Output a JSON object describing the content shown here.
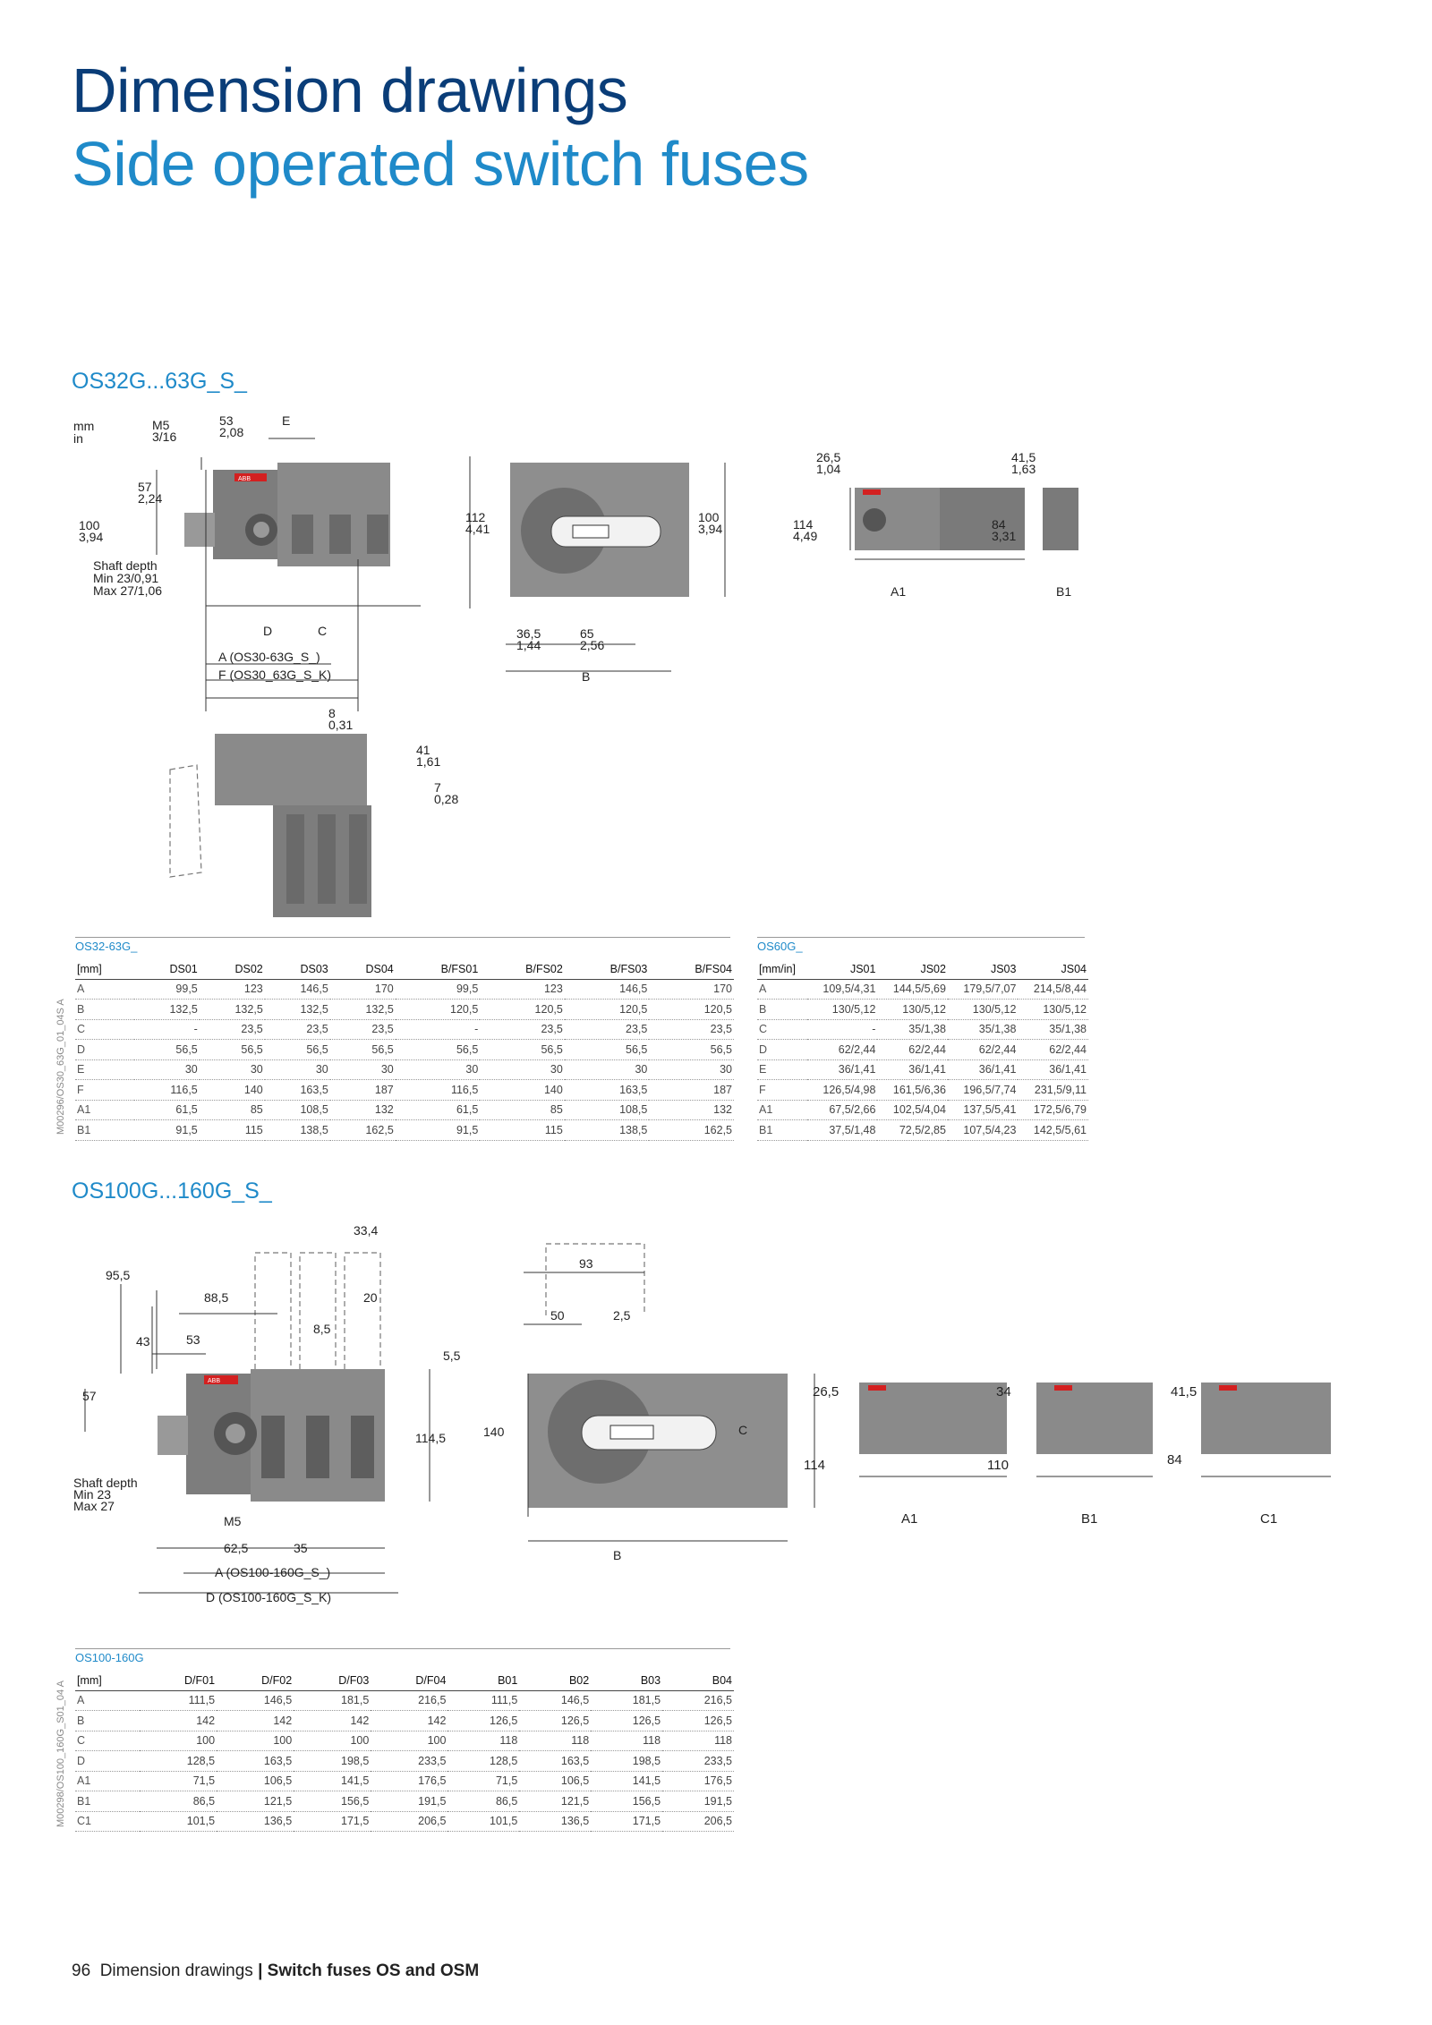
{
  "title_line1": "Dimension drawings",
  "title_line2": "Side operated switch fuses",
  "section1": {
    "heading": "OS32G...63G_S_",
    "units": [
      "mm",
      "in"
    ],
    "labels_front": [
      "M5",
      "3/16",
      "53",
      "2,08",
      "E",
      "57",
      "2,24",
      "100",
      "3,94",
      "Shaft depth",
      "Min  23/0,91",
      "Max 27/1,06",
      "D",
      "C",
      "A (OS30-63G_S_)",
      "F (OS30_63G_S_K)"
    ],
    "labels_side": [
      "112",
      "4,41",
      "100",
      "3,94",
      "36,5",
      "1,44",
      "65",
      "2,56",
      "B"
    ],
    "labels_small_a": [
      "26,5",
      "1,04",
      "114",
      "4,49",
      "A1"
    ],
    "labels_small_b": [
      "41,5",
      "1,63",
      "84",
      "3,31",
      "B1"
    ],
    "labels_top": [
      "8",
      "0,31",
      "41",
      "1,61",
      "7",
      "0,28"
    ],
    "brand": "ABB",
    "table1": {
      "caption": "OS32-63G_",
      "headers": [
        "[mm]",
        "DS01",
        "DS02",
        "DS03",
        "DS04",
        "B/FS01",
        "B/FS02",
        "B/FS03",
        "B/FS04"
      ],
      "rows": [
        [
          "A",
          "99,5",
          "123",
          "146,5",
          "170",
          "99,5",
          "123",
          "146,5",
          "170"
        ],
        [
          "B",
          "132,5",
          "132,5",
          "132,5",
          "132,5",
          "120,5",
          "120,5",
          "120,5",
          "120,5"
        ],
        [
          "C",
          "-",
          "23,5",
          "23,5",
          "23,5",
          "-",
          "23,5",
          "23,5",
          "23,5"
        ],
        [
          "D",
          "56,5",
          "56,5",
          "56,5",
          "56,5",
          "56,5",
          "56,5",
          "56,5",
          "56,5"
        ],
        [
          "E",
          "30",
          "30",
          "30",
          "30",
          "30",
          "30",
          "30",
          "30"
        ],
        [
          "F",
          "116,5",
          "140",
          "163,5",
          "187",
          "116,5",
          "140",
          "163,5",
          "187"
        ],
        [
          "A1",
          "61,5",
          "85",
          "108,5",
          "132",
          "61,5",
          "85",
          "108,5",
          "132"
        ],
        [
          "B1",
          "91,5",
          "115",
          "138,5",
          "162,5",
          "91,5",
          "115",
          "138,5",
          "162,5"
        ]
      ]
    },
    "table2": {
      "caption": "OS60G_",
      "headers": [
        "[mm/in]",
        "JS01",
        "JS02",
        "JS03",
        "JS04"
      ],
      "rows": [
        [
          "A",
          "109,5/4,31",
          "144,5/5,69",
          "179,5/7,07",
          "214,5/8,44"
        ],
        [
          "B",
          "130/5,12",
          "130/5,12",
          "130/5,12",
          "130/5,12"
        ],
        [
          "C",
          "-",
          "35/1,38",
          "35/1,38",
          "35/1,38"
        ],
        [
          "D",
          "62/2,44",
          "62/2,44",
          "62/2,44",
          "62/2,44"
        ],
        [
          "E",
          "36/1,41",
          "36/1,41",
          "36/1,41",
          "36/1,41"
        ],
        [
          "F",
          "126,5/4,98",
          "161,5/6,36",
          "196,5/7,74",
          "231,5/9,11"
        ],
        [
          "A1",
          "67,5/2,66",
          "102,5/4,04",
          "137,5/5,41",
          "172,5/6,79"
        ],
        [
          "B1",
          "37,5/1,48",
          "72,5/2,85",
          "107,5/4,23",
          "142,5/5,61"
        ]
      ]
    },
    "drawing_code": "M00296/OS30_63G_01_04S  A"
  },
  "section2": {
    "heading": "OS100G...160G_S_",
    "labels_front": [
      "33,4",
      "95,5",
      "88,5",
      "20",
      "43",
      "53",
      "8,5",
      "5,5",
      "57",
      "114,5",
      "Shaft depth",
      "Min  23",
      "Max 27",
      "M5",
      "62,5",
      "35",
      "A (OS100-160G_S_)",
      "D (OS100-160G_S_K)"
    ],
    "labels_side": [
      "93",
      "50",
      "2,5",
      "140",
      "C",
      "B"
    ],
    "labels_small": [
      "26,5",
      "114",
      "A1",
      "34",
      "110",
      "B1",
      "41,5",
      "84",
      "C1"
    ],
    "brand": "ABB",
    "table": {
      "caption": "OS100-160G",
      "headers": [
        "[mm]",
        "D/F01",
        "D/F02",
        "D/F03",
        "D/F04",
        "B01",
        "B02",
        "B03",
        "B04"
      ],
      "rows": [
        [
          "A",
          "111,5",
          "146,5",
          "181,5",
          "216,5",
          "111,5",
          "146,5",
          "181,5",
          "216,5"
        ],
        [
          "B",
          "142",
          "142",
          "142",
          "142",
          "126,5",
          "126,5",
          "126,5",
          "126,5"
        ],
        [
          "C",
          "100",
          "100",
          "100",
          "100",
          "118",
          "118",
          "118",
          "118"
        ],
        [
          "D",
          "128,5",
          "163,5",
          "198,5",
          "233,5",
          "128,5",
          "163,5",
          "198,5",
          "233,5"
        ],
        [
          "A1",
          "71,5",
          "106,5",
          "141,5",
          "176,5",
          "71,5",
          "106,5",
          "141,5",
          "176,5"
        ],
        [
          "B1",
          "86,5",
          "121,5",
          "156,5",
          "191,5",
          "86,5",
          "121,5",
          "156,5",
          "191,5"
        ],
        [
          "C1",
          "101,5",
          "136,5",
          "171,5",
          "206,5",
          "101,5",
          "136,5",
          "171,5",
          "206,5"
        ]
      ]
    },
    "drawing_code": "M00298/OS100_160G_S01_04  A"
  },
  "footer": {
    "page_number": "96",
    "section": "Dimension drawings",
    "separator": "|",
    "doc_title": "Switch fuses OS and OSM"
  }
}
